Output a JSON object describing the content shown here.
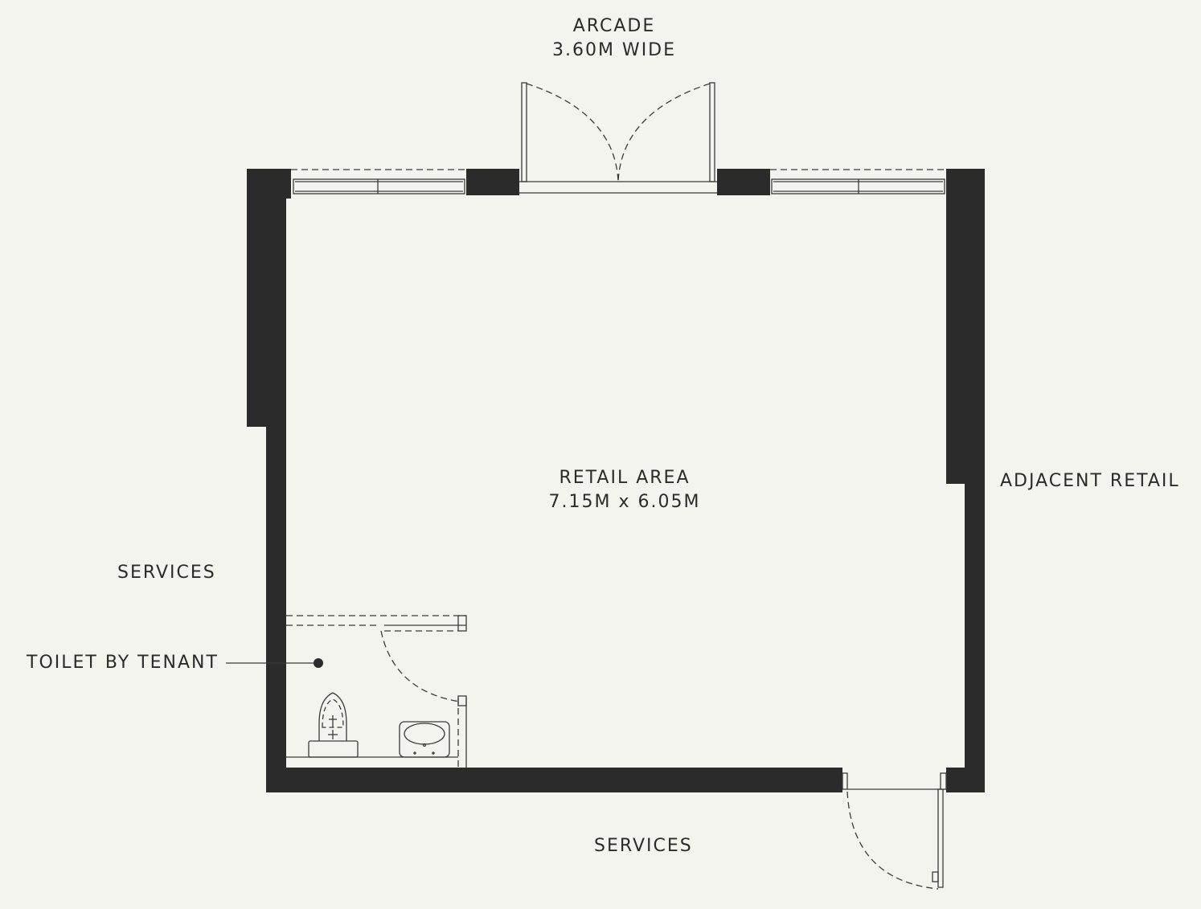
{
  "labels": {
    "arcade_line1": "ARCADE",
    "arcade_line2": "3.60M WIDE",
    "retail_line1": "RETAIL AREA",
    "retail_line2": "7.15M x 6.05M",
    "adjacent_retail": "ADJACENT RETAIL",
    "services_left": "SERVICES",
    "toilet_by_tenant": "TOILET BY TENANT",
    "services_bottom": "SERVICES"
  },
  "colors": {
    "background": "#f4f4ef",
    "wall": "#2b2b2b",
    "line": "#3a3a3a"
  }
}
